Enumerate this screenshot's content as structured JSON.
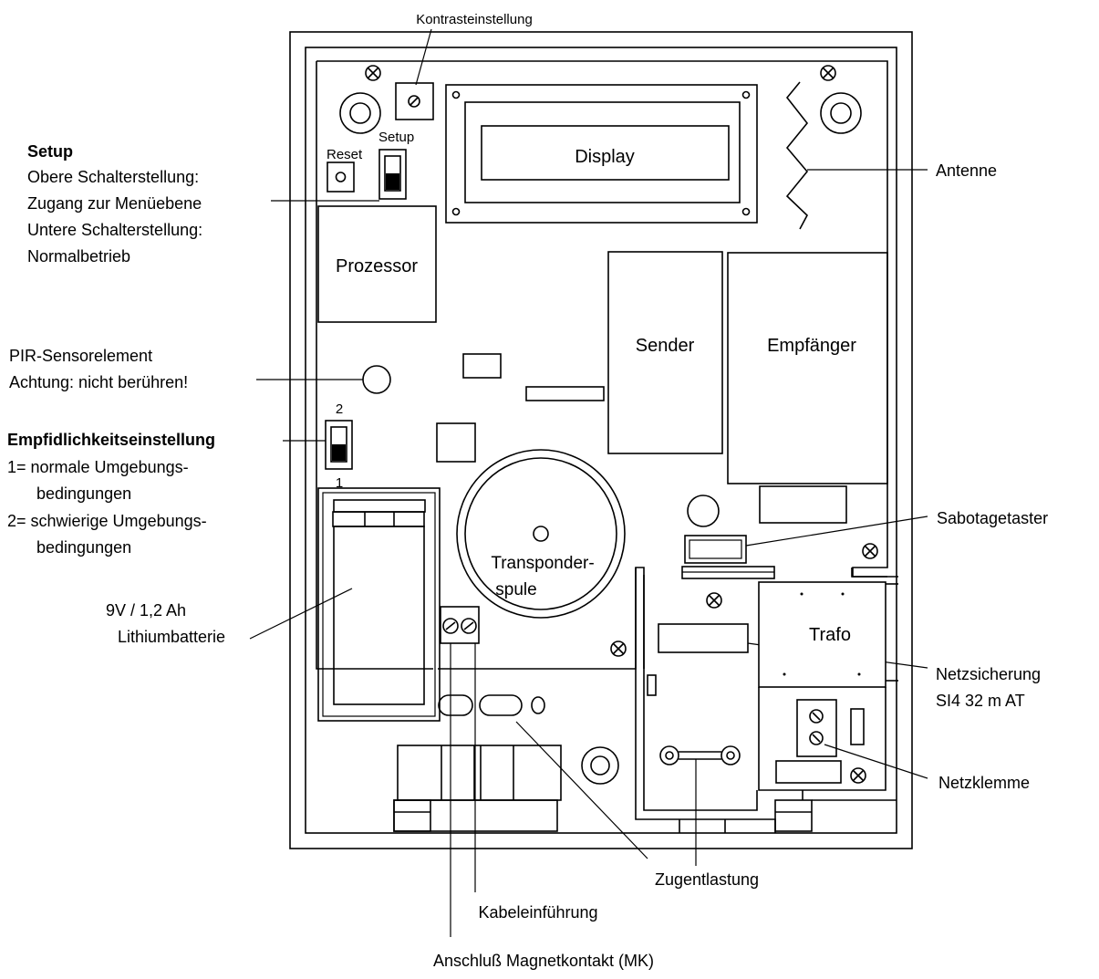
{
  "labels": {
    "kontrast": "Kontrasteinstellung",
    "setup_title": "Setup",
    "setup_line1": "Obere Schalterstellung:",
    "setup_line2": "Zugang zur Menüebene",
    "setup_line3": "Untere Schalterstellung:",
    "setup_line4": "Normalbetrieb",
    "pir_line1": "PIR-Sensorelement",
    "pir_line2": "Achtung: nicht berühren!",
    "empf_title": "Empfidlichkeitseinstellung",
    "empf_line1": "1= normale Umgebungs-",
    "empf_line2": "bedingungen",
    "empf_line3": "2= schwierige Umgebungs-",
    "empf_line4": "bedingungen",
    "batt_line1": "9V / 1,2 Ah",
    "batt_line2": "Lithiumbatterie",
    "antenne": "Antenne",
    "sabotage": "Sabotagetaster",
    "netzsich_line1": "Netzsicherung",
    "netzsich_line2": "SI4 32 m AT",
    "netzklemme": "Netzklemme",
    "zugentlastung": "Zugentlastung",
    "kabeleinfuehrung": "Kabeleinführung",
    "anschluss": "Anschluß Magnetkontakt (MK)"
  },
  "components": {
    "reset": "Reset",
    "setup": "Setup",
    "display": "Display",
    "prozessor": "Prozessor",
    "sender": "Sender",
    "empfaenger": "Empfänger",
    "transponder_line1": "Transponder-",
    "transponder_line2": "spule",
    "trafo": "Trafo",
    "dip_2": "2",
    "dip_1": "1"
  }
}
